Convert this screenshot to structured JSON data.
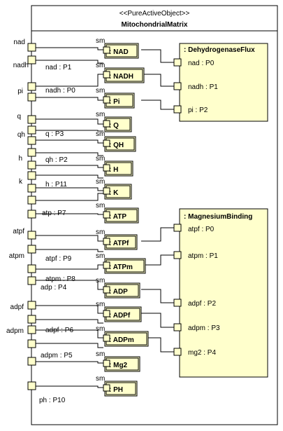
{
  "block": {
    "stereotype": "<<PureActiveObject>>",
    "name": "MitochondrialMatrix"
  },
  "parts": {
    "dehydrogenase": {
      "name": ": DehydrogenaseFlux",
      "ports": [
        "nad : P0",
        "nadh : P1",
        "pi : P2"
      ]
    },
    "magnesium": {
      "name": ": MagnesiumBinding",
      "ports": [
        "atpf : P0",
        "atpm : P1",
        "adpf : P2",
        "adpm : P3",
        "mg2 : P4"
      ]
    }
  },
  "sm_label": "sm",
  "states": [
    ": NAD",
    ": NADH",
    ": Pi",
    ": Q",
    ": QH",
    ": H",
    ": K",
    ": ATP",
    ": ATPf",
    ": ATPm",
    ": ADP",
    ": ADPf",
    ": ADPm",
    ": Mg2",
    ": PH"
  ],
  "external_ports": [
    "nad",
    "nadh",
    "pi",
    "q",
    "qh",
    "h",
    "k",
    "atpf",
    "atpm",
    "adpf",
    "adpm"
  ],
  "connector_labels": [
    "nad : P1",
    "nadh : P0",
    "q : P3",
    "qh : P2",
    "h : P11",
    "atp : P7",
    "atpf : P9",
    "atpm : P8",
    "adp : P4",
    "adpf : P6",
    "adpm : P5",
    "ph : P10"
  ]
}
